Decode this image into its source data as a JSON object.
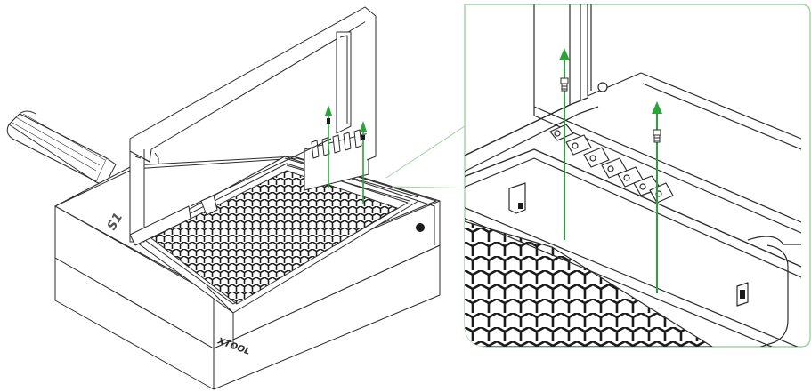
{
  "machine": {
    "brand_text": "XTOOL",
    "side_logo": "S1"
  },
  "callout": {
    "arrow_count_main": 2,
    "arrow_count_zoom": 2,
    "arrow_direction": "up"
  },
  "colors": {
    "line": "#2b2b2b",
    "accent": "#2ba23a",
    "zoom_border": "#9fd3a3",
    "background": "#ffffff"
  }
}
